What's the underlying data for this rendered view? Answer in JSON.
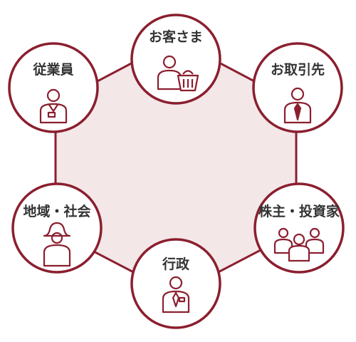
{
  "colors": {
    "accent": "#8b1f2f",
    "hub_fill": "#f3e7e8",
    "node_fill": "#ffffff",
    "text": "#333333"
  },
  "stakeholders": [
    {
      "label": "お客さま",
      "icon": "customer-with-basket-icon"
    },
    {
      "label": "お取引先",
      "icon": "business-partner-with-tie-icon"
    },
    {
      "label": "株主・投資家",
      "icon": "investors-group-icon"
    },
    {
      "label": "行政",
      "icon": "government-official-icon"
    },
    {
      "label": "地域・社会",
      "icon": "community-person-with-hat-icon"
    },
    {
      "label": "従業員",
      "icon": "employee-with-badge-icon"
    }
  ]
}
